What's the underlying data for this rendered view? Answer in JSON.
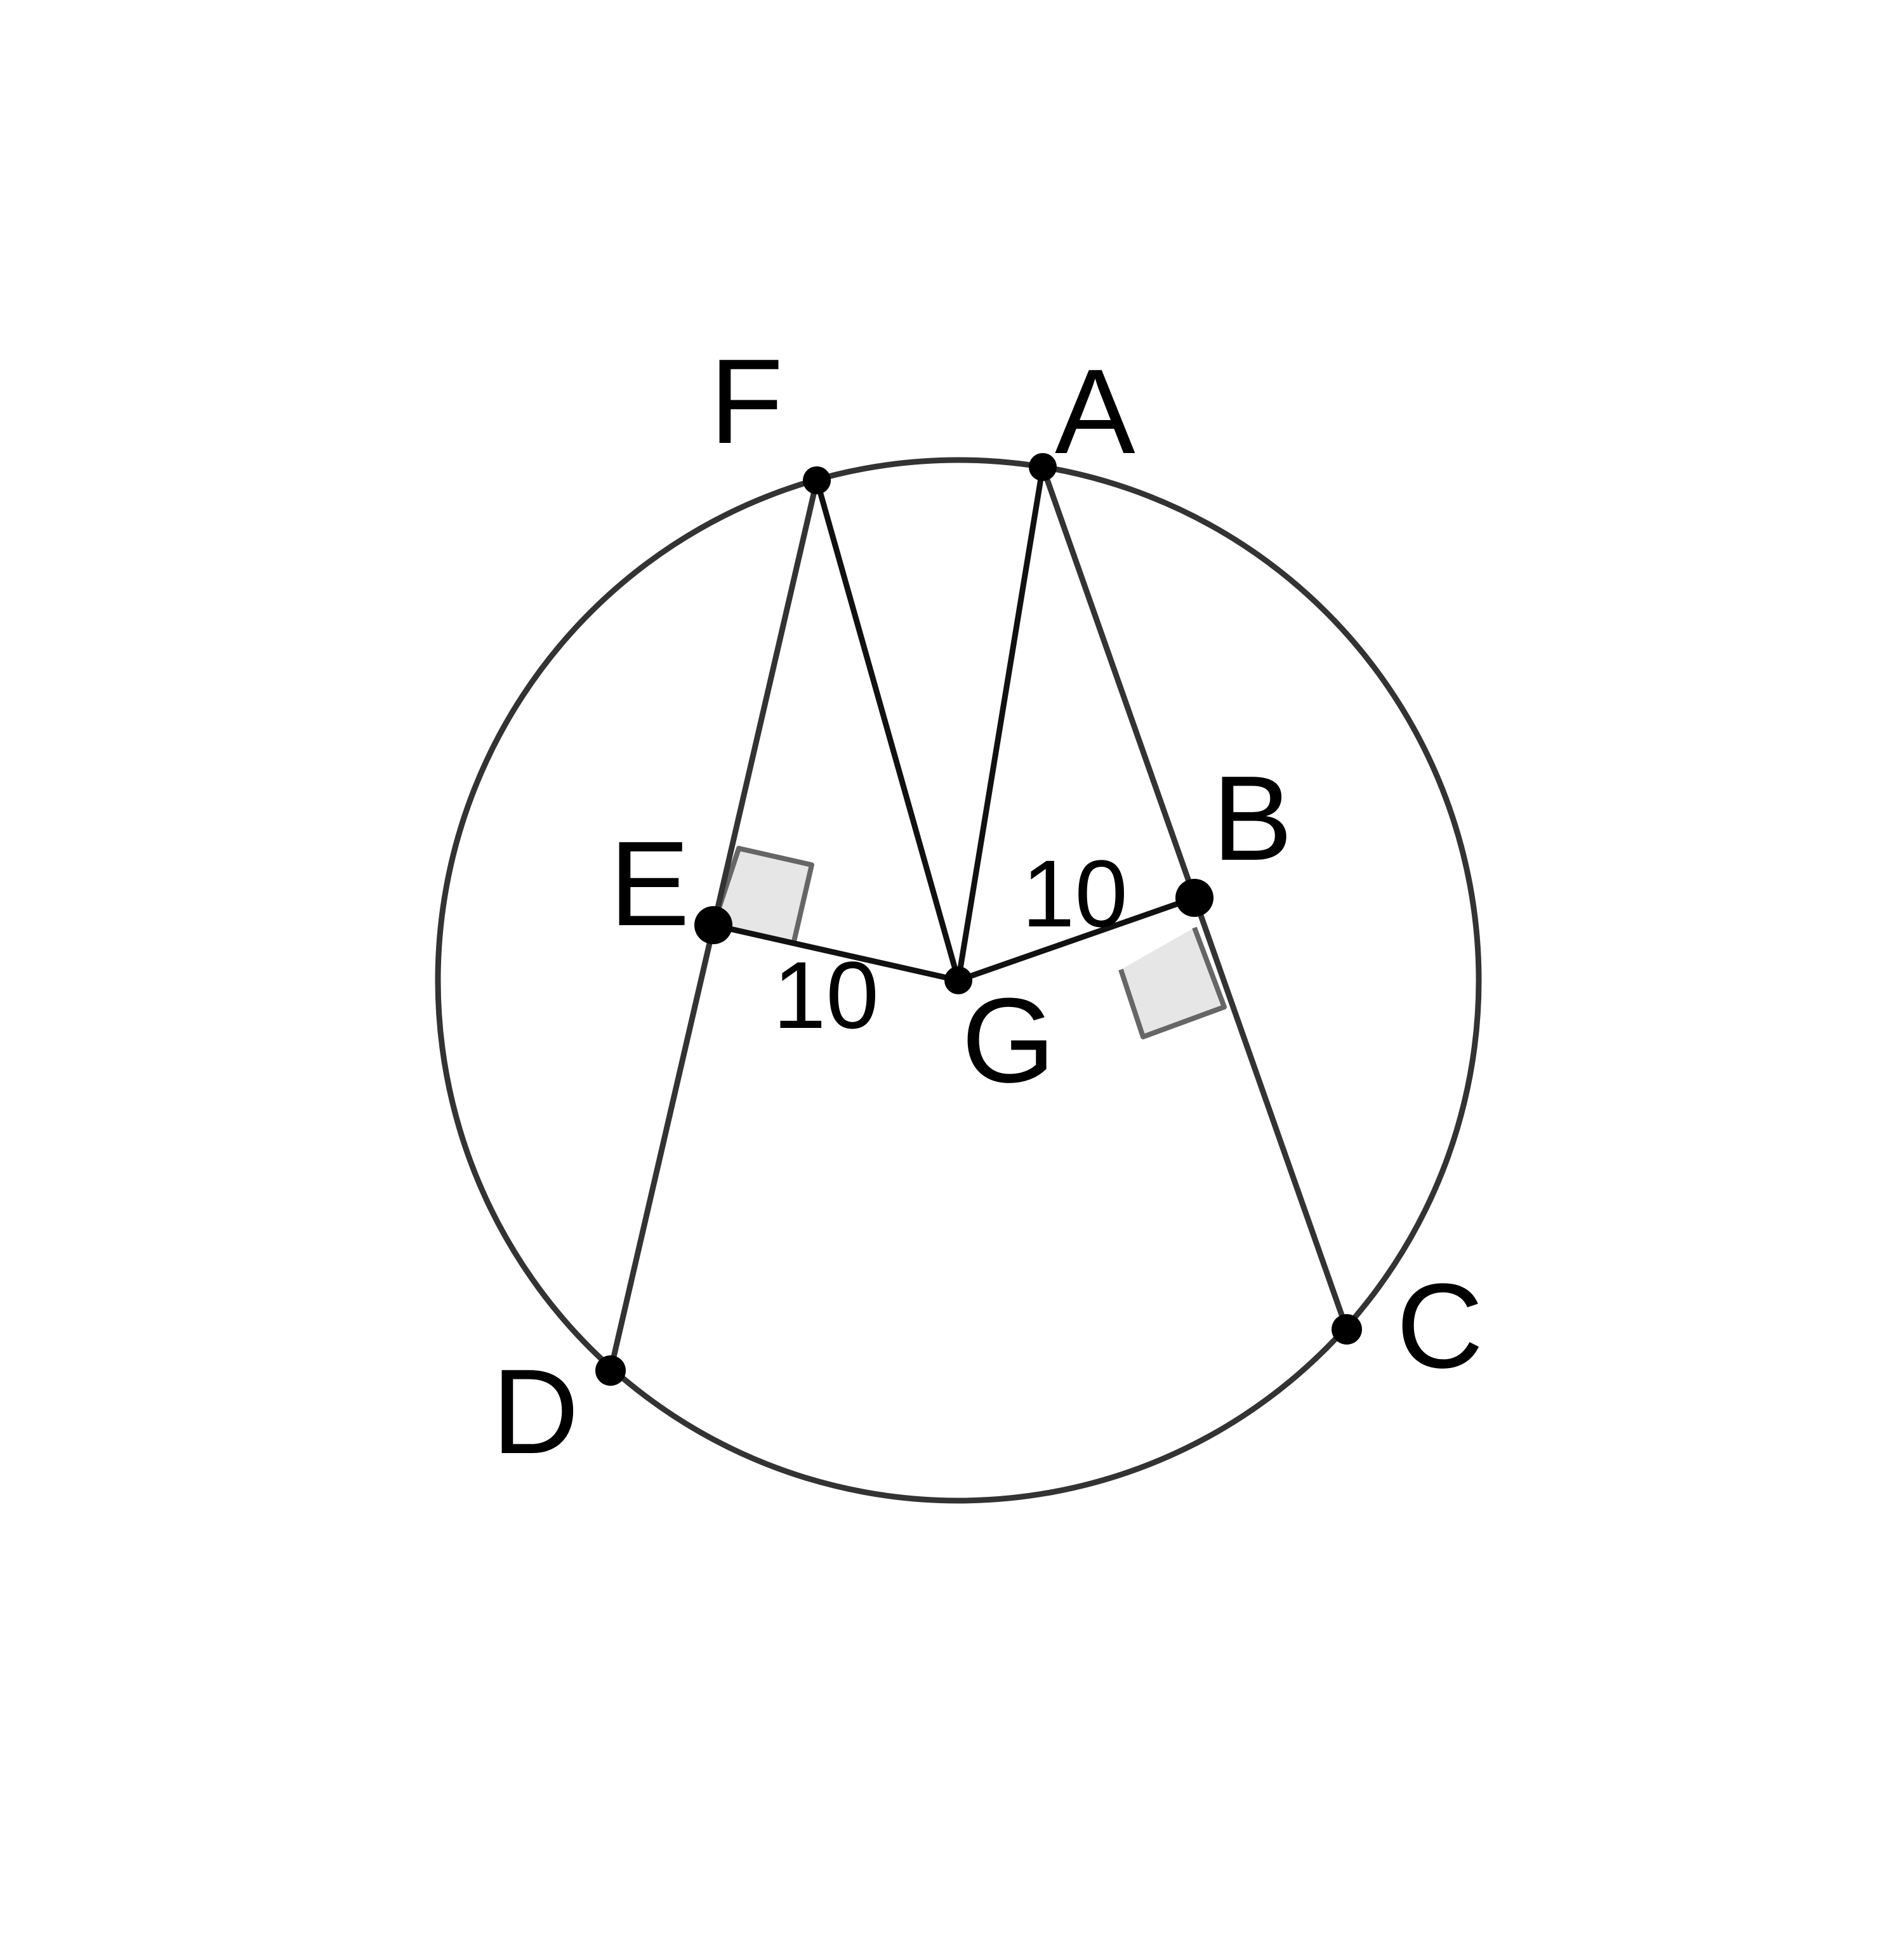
{
  "diagram": {
    "points": {
      "A": "A",
      "B": "B",
      "C": "C",
      "D": "D",
      "E": "E",
      "F": "F",
      "G": "G"
    },
    "lengths": {
      "EG": "10",
      "GB": "10"
    },
    "colors": {
      "circle": "#333333",
      "segment": "#111111",
      "right_angle_fill": "#e6e6e6",
      "right_angle_stroke": "#666666",
      "point": "#000000"
    }
  }
}
